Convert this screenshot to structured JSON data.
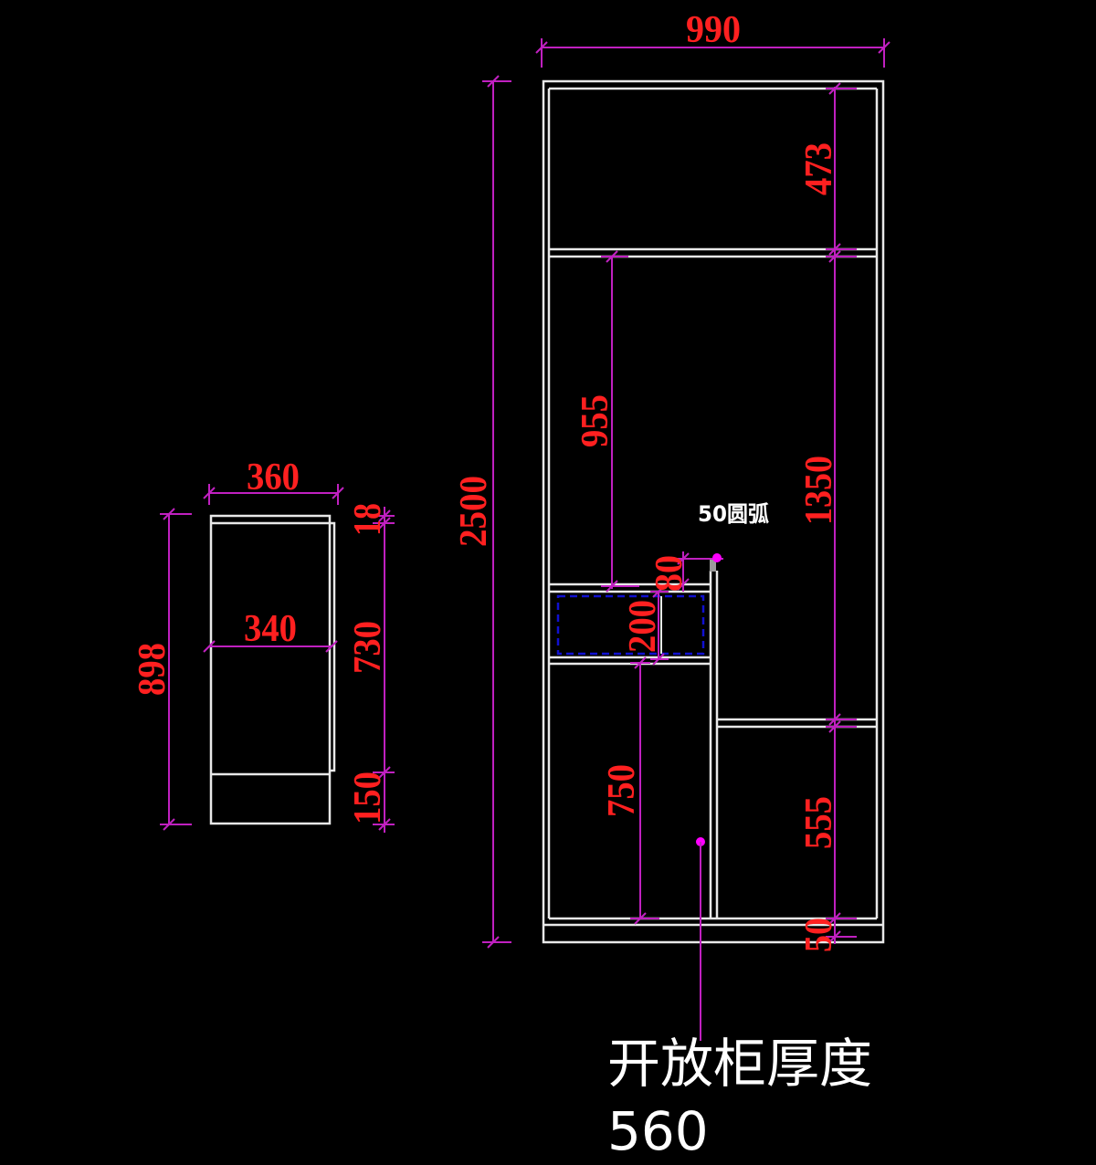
{
  "colors": {
    "background": "#000000",
    "outline": "#e8e8e8",
    "dimension_line": "#c020c0",
    "dimension_text": "#ff2020",
    "note_text": "#ffffff",
    "marker": "#ff00ff",
    "shelf_highlight": "#1010d0"
  },
  "left_view": {
    "width_top": "360",
    "width_inner": "340",
    "height_total": "898",
    "seg_top": "18",
    "seg_mid": "730",
    "seg_bottom": "150"
  },
  "main_view": {
    "width": "990",
    "height": "2500",
    "right_top": "473",
    "right_mid": "1350",
    "right_bottom": "555",
    "right_base": "50",
    "inner_upper": "955",
    "inner_lower": "750",
    "drawer_height": "200",
    "drawer_gap": "80",
    "arc_note": "50圆弧"
  },
  "caption": {
    "line1": "开放柜厚度",
    "line2": "560"
  }
}
